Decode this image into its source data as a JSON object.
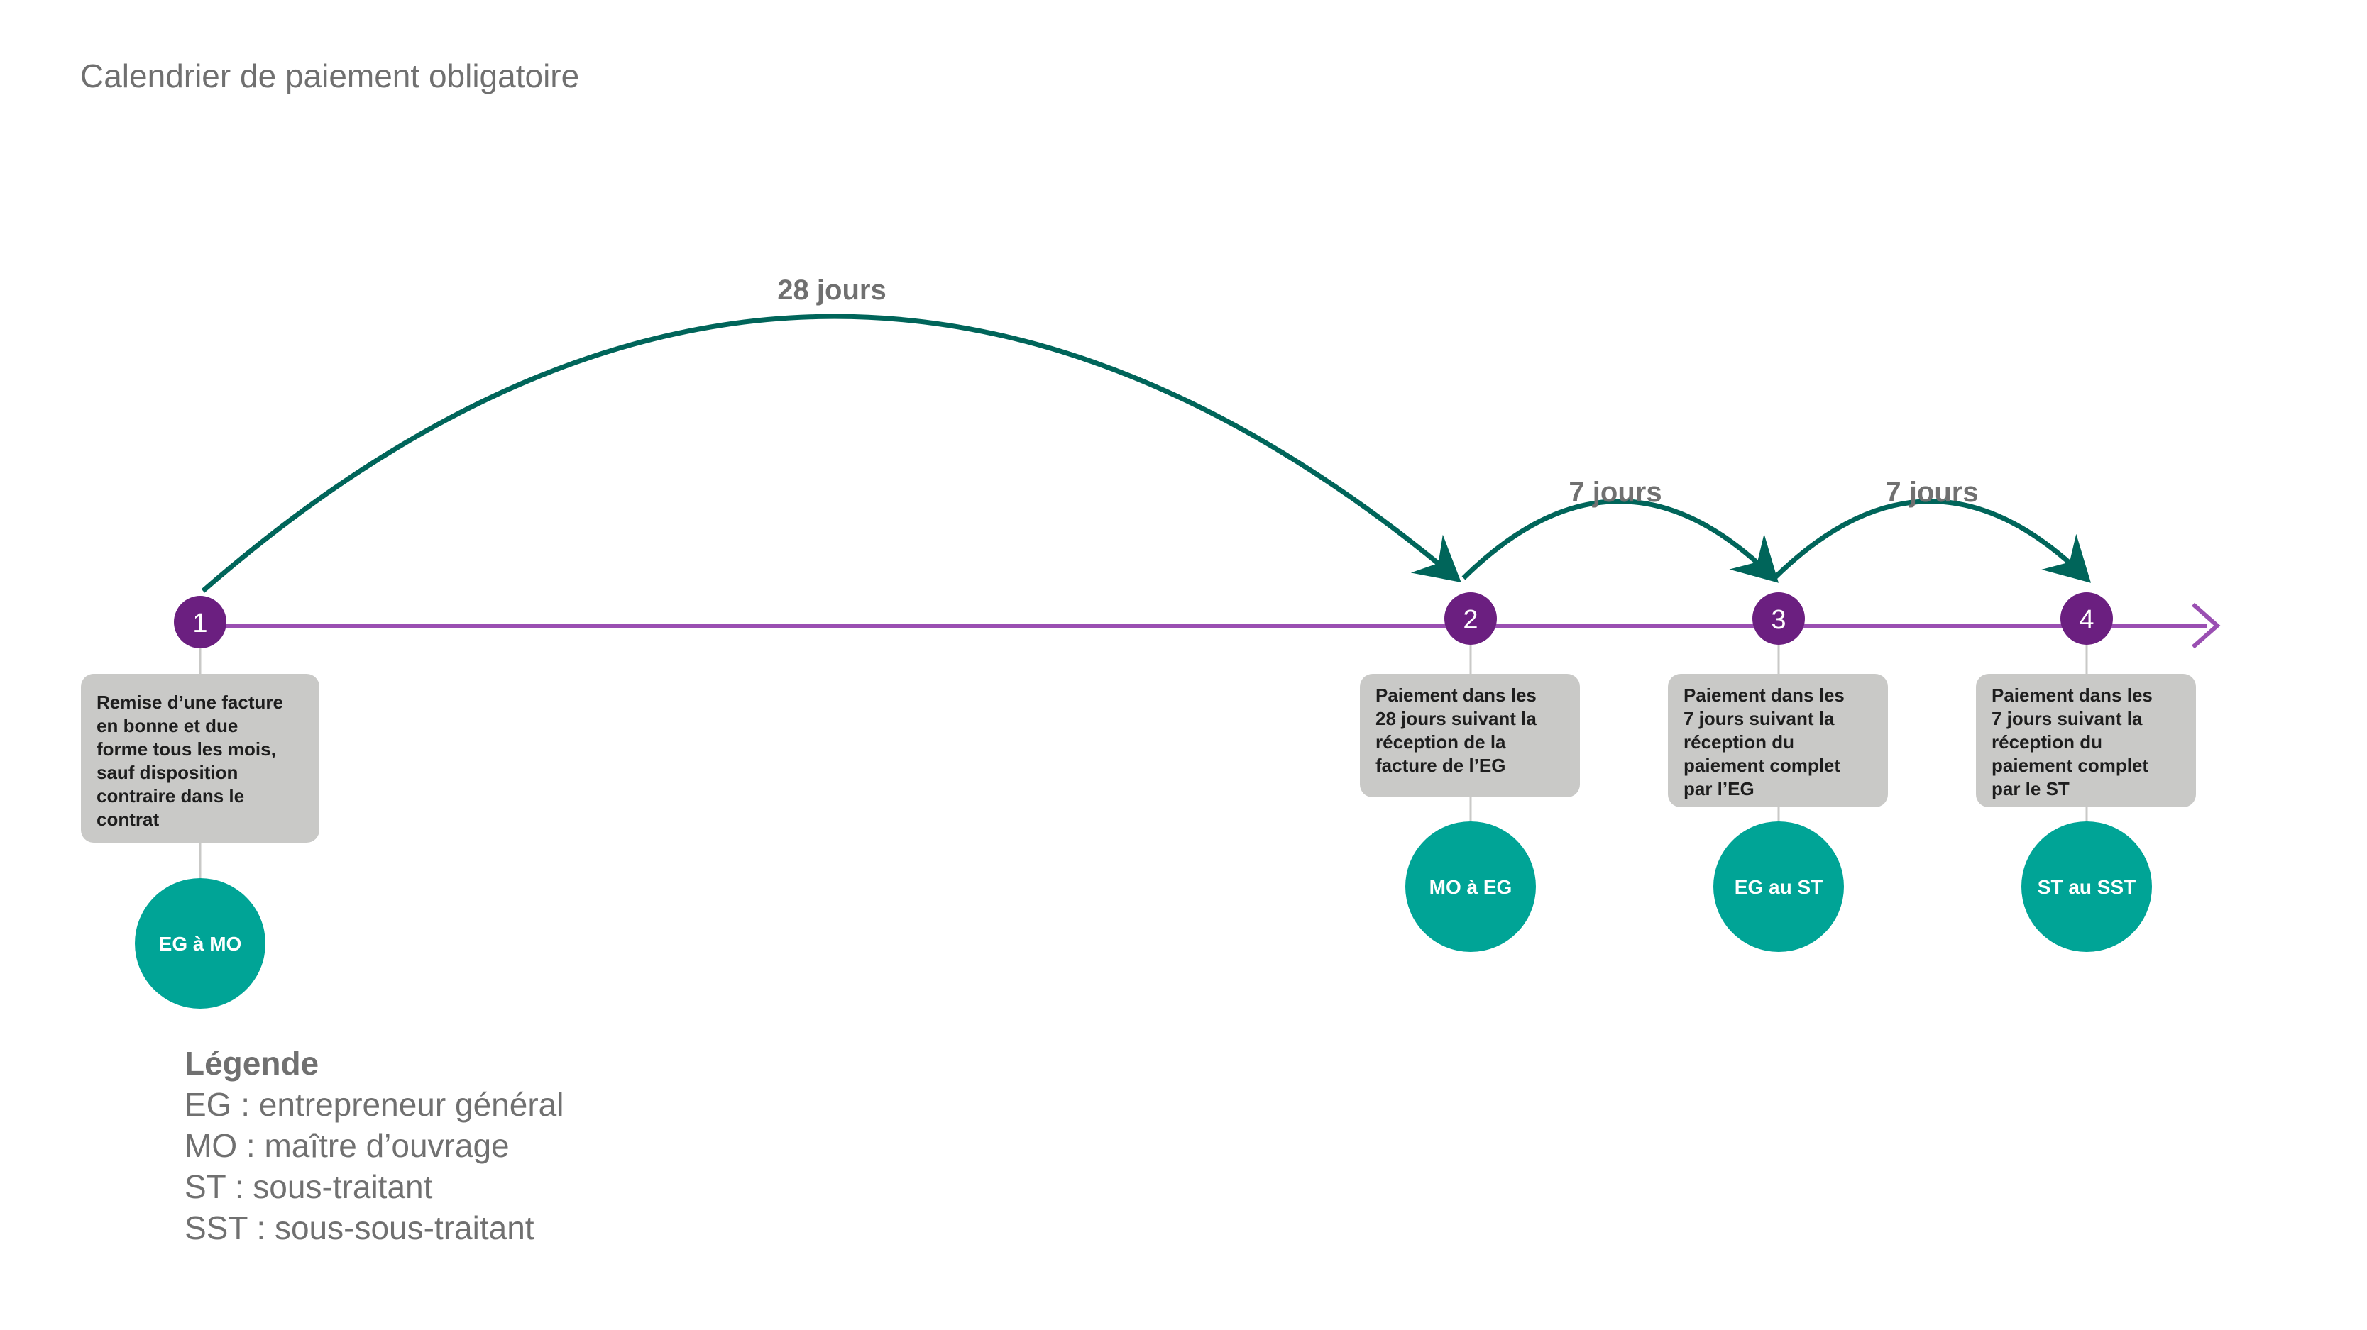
{
  "title": "Calendrier de paiement obligatoire",
  "colors": {
    "timeline": "#9a4fb2",
    "node": "#6b1f80",
    "arc": "#00655a",
    "party": "#00a496",
    "box": "#c9c9c7",
    "text_gray": "#707070"
  },
  "arcs": [
    {
      "label": "28 jours",
      "from": 1,
      "to": 2
    },
    {
      "label": "7 jours",
      "from": 2,
      "to": 3
    },
    {
      "label": "7 jours",
      "from": 3,
      "to": 4
    }
  ],
  "steps": [
    {
      "number": "1",
      "description": "Remise d’une facture\nen bonne et due\nforme tous les mois,\nsauf disposition\ncontraire dans le\ncontrat",
      "party": "EG à MO"
    },
    {
      "number": "2",
      "description": "Paiement dans les\n28 jours suivant la\nréception de la\nfacture de l’EG",
      "party": "MO à EG"
    },
    {
      "number": "3",
      "description": "Paiement dans les\n7 jours suivant la\nréception du\npaiement complet\npar l’EG",
      "party": "EG au ST"
    },
    {
      "number": "4",
      "description": "Paiement dans les\n7 jours suivant la\nréception du\npaiement complet\npar le ST",
      "party": "ST au SST"
    }
  ],
  "legend": {
    "title": "Légende",
    "items": [
      "EG : entrepreneur général",
      "MO : maître d’ouvrage",
      "ST : sous-traitant",
      "SST : sous-sous-traitant"
    ]
  }
}
